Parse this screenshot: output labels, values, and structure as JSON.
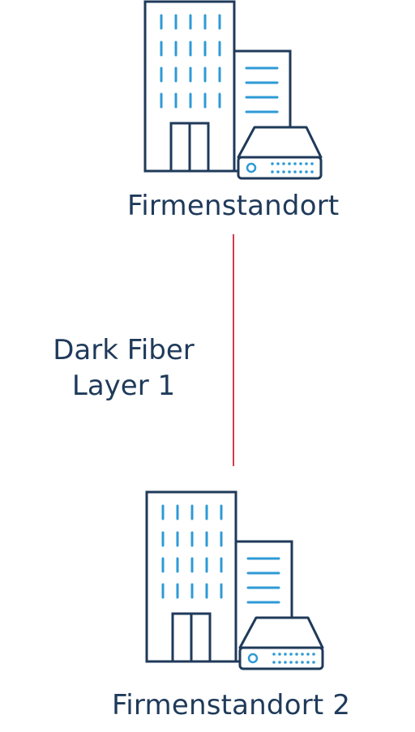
{
  "site_top": {
    "name": "Firmenstandort"
  },
  "site_bottom": {
    "name": "Firmenstandort 2"
  },
  "link": {
    "line1": "Dark Fiber",
    "line2": "Layer 1"
  },
  "colors": {
    "outline": "#1f3a5a",
    "accent": "#2e9ad6",
    "link": "#d23b4e"
  },
  "icons": {
    "building": "office-building-icon",
    "server": "network-server-icon"
  }
}
